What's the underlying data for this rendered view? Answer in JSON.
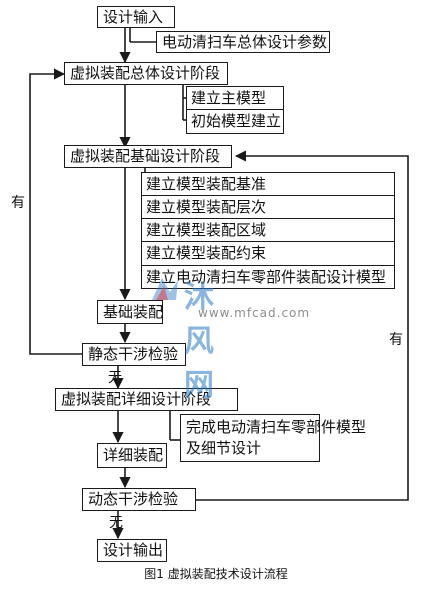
{
  "flow": {
    "design_input": "设计输入",
    "design_params": "电动清扫车总体设计参数",
    "overall_stage": "虚拟装配总体设计阶段",
    "overall_steps": [
      "建立主模型",
      "初始模型建立"
    ],
    "basic_stage": "虚拟装配基础设计阶段",
    "basic_steps": [
      "建立模型装配基准",
      "建立模型装配层次",
      "建立模型装配区域",
      "建立模型装配约束",
      "建立电动清扫车零部件装配设计模型"
    ],
    "basic_assembly": "基础装配",
    "static_check": "静态干涉检验",
    "detail_stage": "虚拟装配详细设计阶段",
    "detail_task": [
      "完成电动清扫车零部件模型",
      "及细节设计"
    ],
    "detail_assembly": "详细装配",
    "dynamic_check": "动态干涉检验",
    "design_output": "设计输出",
    "yes_label": "有",
    "no_label": "无"
  },
  "caption": "图1  虚拟装配技术设计流程",
  "watermark": {
    "text": "沐风网",
    "url": "www.mfcad.com"
  }
}
